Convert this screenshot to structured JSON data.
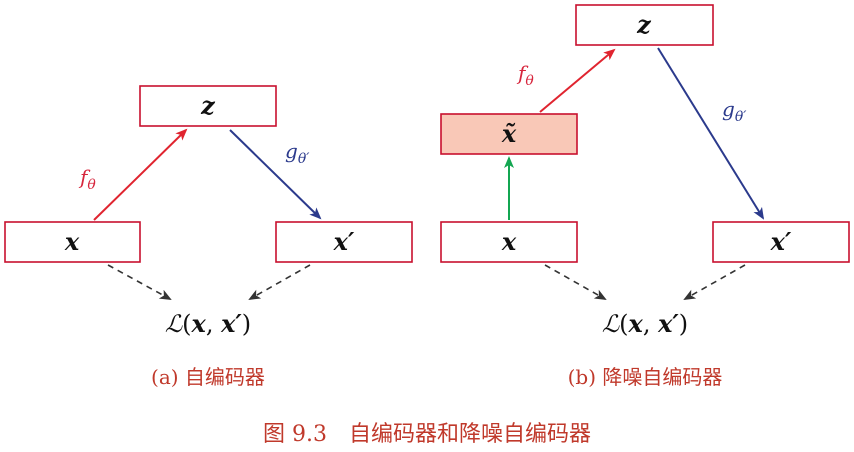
{
  "diagram_a": {
    "z_label": "z",
    "x_label": "x",
    "xp_label": "x′",
    "encoder_symbol": "f",
    "encoder_subscript": "θ",
    "decoder_symbol": "g",
    "decoder_subscript": "θ′",
    "loss_script": "ℒ",
    "loss_open": "(",
    "loss_arg1": "x",
    "loss_comma": ", ",
    "loss_arg2": "x′",
    "loss_close": ")",
    "caption": "(a) 自编码器"
  },
  "diagram_b": {
    "z_label": "z",
    "xtilde_label": "x̃",
    "x_label": "x",
    "xp_label": "x′",
    "encoder_symbol": "f",
    "encoder_subscript": "θ",
    "decoder_symbol": "g",
    "decoder_subscript": "θ′",
    "loss_script": "ℒ",
    "loss_open": "(",
    "loss_arg1": "x",
    "loss_comma": ", ",
    "loss_arg2": "x′",
    "loss_close": ")",
    "caption": "(b) 降噪自编码器"
  },
  "figure_caption": "图 9.3　自编码器和降噪自编码器",
  "colors": {
    "box_border": "#c8102e",
    "shaded_box_fill": "#f9c8b7",
    "encoder_arrow": "#e0242f",
    "decoder_arrow": "#2b3a8c",
    "noise_arrow": "#13a651",
    "caption_text": "#c0392b"
  }
}
